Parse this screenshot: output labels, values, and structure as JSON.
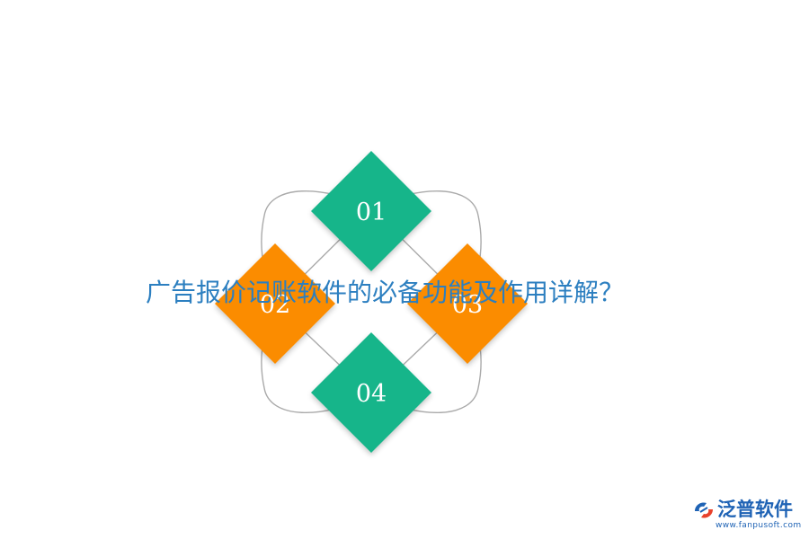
{
  "title": "广告报价记账软件的必备功能及作用详解？",
  "diagram": {
    "items": [
      {
        "label": "01",
        "color": "#13b58a"
      },
      {
        "label": "02",
        "color": "#fb8c00"
      },
      {
        "label": "03",
        "color": "#fb8c00"
      },
      {
        "label": "04",
        "color": "#13b58a"
      }
    ],
    "ring_color": "#aaaaaa",
    "label_color": "#ffffff"
  },
  "logo": {
    "name": "泛普软件",
    "url": "www.fanpusoft.com",
    "color": "#1f63b5"
  }
}
